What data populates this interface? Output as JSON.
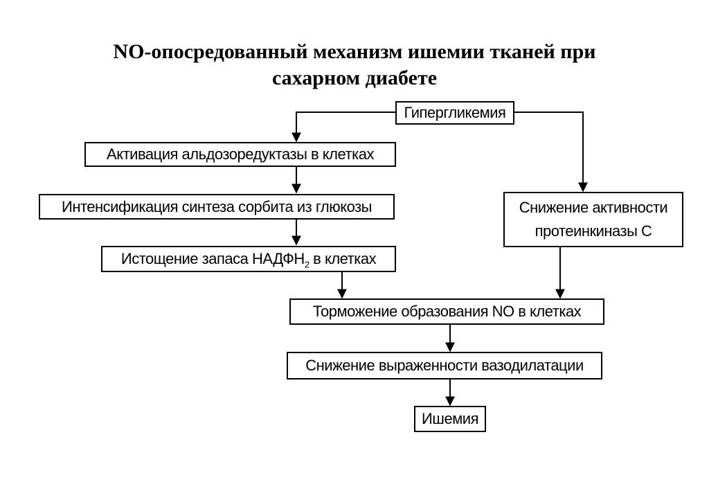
{
  "title_line1": "NO-опосредованный механизм ишемии тканей при",
  "title_line2": "сахарном диабете",
  "nodes": {
    "hyperglycemia": "Гипергликемия",
    "aldose": "Активация альдозоредуктазы в клетках",
    "sorbitol": "Интенсификация синтеза сорбита из глюкозы",
    "nadph_prefix": "Истощение запаса НАДФН",
    "nadph_sub": "2",
    "nadph_suffix": " в клетках",
    "pkc_line1": "Снижение активности",
    "pkc_line2": "протеинкиназы С",
    "no_inhibition": "Торможение образования NO в клетках",
    "vasodilation": "Снижение выраженности вазодилатации",
    "ischemia": "Ишемия"
  },
  "edges": [
    {
      "from": "hyperglycemia",
      "to": "aldose"
    },
    {
      "from": "hyperglycemia",
      "to": "pkc"
    },
    {
      "from": "aldose",
      "to": "sorbitol"
    },
    {
      "from": "sorbitol",
      "to": "nadph"
    },
    {
      "from": "nadph",
      "to": "no_inhibition"
    },
    {
      "from": "pkc",
      "to": "no_inhibition"
    },
    {
      "from": "no_inhibition",
      "to": "vasodilation"
    },
    {
      "from": "vasodilation",
      "to": "ischemia"
    }
  ]
}
